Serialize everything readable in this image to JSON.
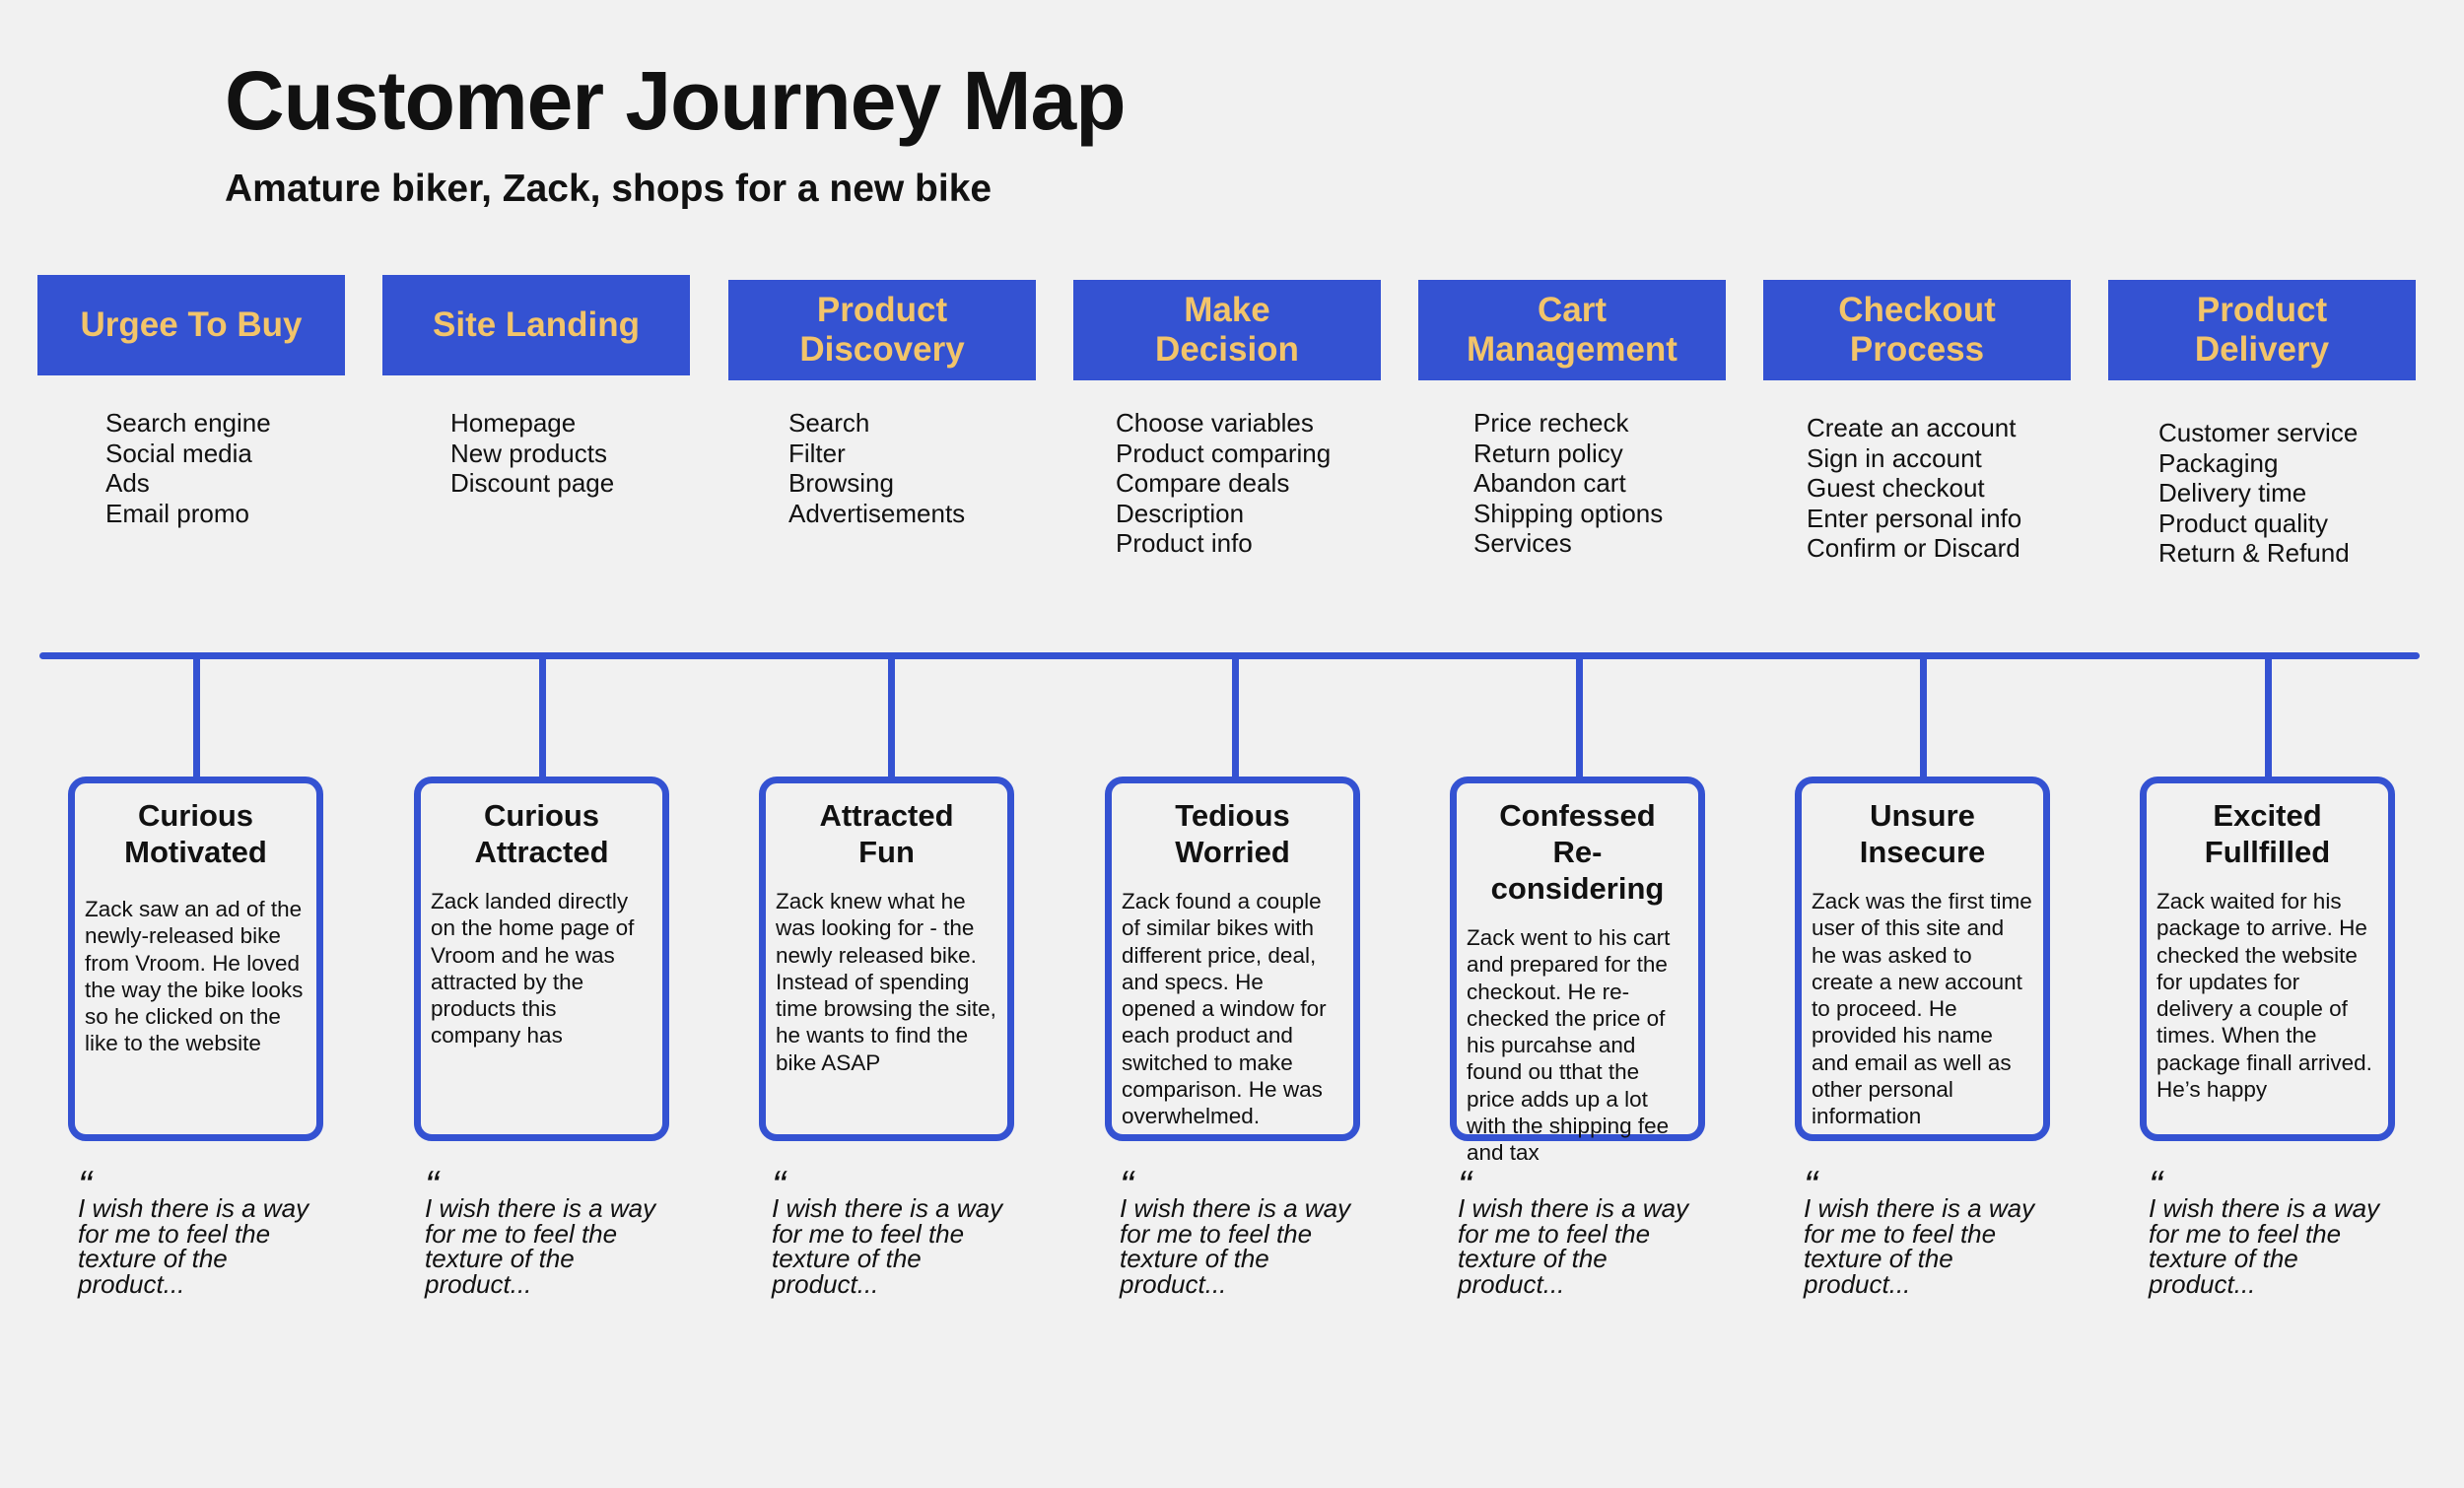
{
  "title": "Customer Journey Map",
  "subtitle": "Amature biker, Zack, shops for a new bike",
  "quote_mark": "“",
  "colors": {
    "background": "#f1f1f1",
    "accent_blue": "#3452d2",
    "header_text": "#f2c46a",
    "body_text": "#111111"
  },
  "stages": [
    {
      "header": "Urgee To Buy",
      "touchpoints": [
        "Search engine",
        "Social media",
        "Ads",
        "Email promo"
      ],
      "emotion_title": "Curious\nMotivated",
      "emotion_desc": "Zack saw an ad of the newly-released bike from Vroom. He loved the way the bike looks so he clicked on the like to the website",
      "quote": "I wish there is a way for me to feel the texture of the product..."
    },
    {
      "header": "Site Landing",
      "touchpoints": [
        "Homepage",
        "New products",
        "Discount page"
      ],
      "emotion_title": "Curious\nAttracted",
      "emotion_desc": "Zack landed directly on the home page of Vroom and he was attracted by the products this company has",
      "quote": "I wish there is a way for me to feel the texture of the product..."
    },
    {
      "header": "Product\nDiscovery",
      "touchpoints": [
        "Search",
        "Filter",
        "Browsing",
        "Advertisements"
      ],
      "emotion_title": "Attracted\nFun",
      "emotion_desc": "Zack knew what he was looking for - the newly released bike. Instead of spending time browsing the site, he wants to find the bike ASAP",
      "quote": "I wish there is a way for me to feel the texture of the product..."
    },
    {
      "header": "Make\nDecision",
      "touchpoints": [
        "Choose variables",
        "Product comparing",
        "Compare deals",
        "Description",
        "Product info"
      ],
      "emotion_title": "Tedious\nWorried",
      "emotion_desc": "Zack found a couple of similar bikes with different price, deal, and specs. He opened a window for each product and switched to make comparison. He was overwhelmed.",
      "quote": "I wish there is a way for me to feel the texture of the product..."
    },
    {
      "header": "Cart\nManagement",
      "touchpoints": [
        "Price recheck",
        "Return policy",
        "Abandon cart",
        "Shipping options",
        "Services"
      ],
      "emotion_title": "Confessed\nRe-considering",
      "emotion_desc": "Zack went to his cart and prepared for the checkout. He re-checked the price of his purcahse and found ou tthat the price adds up a lot with the shipping fee and tax",
      "quote": "I wish there is a way for me to feel the texture of the product..."
    },
    {
      "header": "Checkout\nProcess",
      "touchpoints": [
        "Create an account",
        "Sign in account",
        "Guest checkout",
        "Enter personal info",
        "Confirm or Discard"
      ],
      "emotion_title": "Unsure\nInsecure",
      "emotion_desc": "Zack was the first time user of this site and he was asked to create a new account to proceed. He provided his name and email as well as other personal information",
      "quote": "I wish there is a way for me to feel the texture of the product..."
    },
    {
      "header": "Product\nDelivery",
      "touchpoints": [
        "Customer service",
        "Packaging",
        "Delivery time",
        "Product quality",
        "Return & Refund"
      ],
      "emotion_title": "Excited\nFullfilled",
      "emotion_desc": "Zack waited for his package to arrive. He checked the website for updates for delivery a couple of times. When the package finall arrived. He’s happy",
      "quote": "I wish there is a way for me to feel the texture of the product..."
    }
  ]
}
